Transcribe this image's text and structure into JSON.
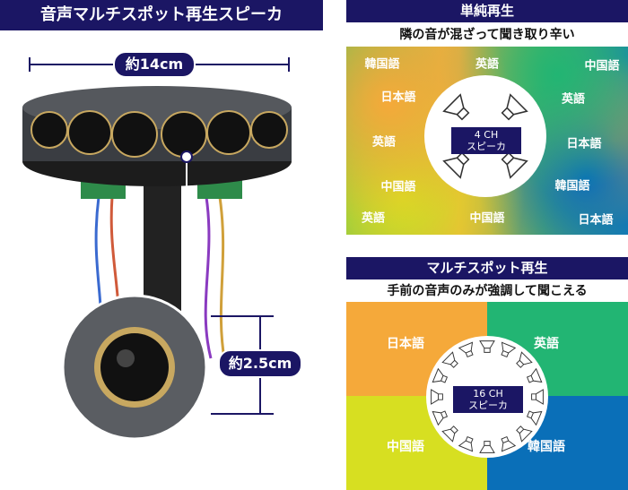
{
  "left": {
    "title": "音声マルチスポット再生スピーカ",
    "width_label": "約14cm",
    "height_label": "約2.5cm"
  },
  "simple": {
    "title": "単純再生",
    "subtitle": "隣の音が混ざって聞き取り辛い",
    "channel_line1": "4 CH",
    "channel_line2": "スピーカ",
    "languages": [
      "韓国語",
      "英語",
      "中国語",
      "日本語",
      "英語",
      "英語",
      "日本語",
      "中国語",
      "韓国語",
      "英語",
      "中国語",
      "日本語"
    ]
  },
  "multi": {
    "title": "マルチスポット再生",
    "subtitle": "手前の音声のみが強調して聞こえる",
    "channel_line1": "16 CH",
    "channel_line2": "スピーカ",
    "quadrants": [
      {
        "label": "日本語",
        "color": "#f5a93a"
      },
      {
        "label": "英語",
        "color": "#22b573"
      },
      {
        "label": "中国語",
        "color": "#d7df21"
      },
      {
        "label": "韓国語",
        "color": "#0a6fb8"
      }
    ]
  }
}
